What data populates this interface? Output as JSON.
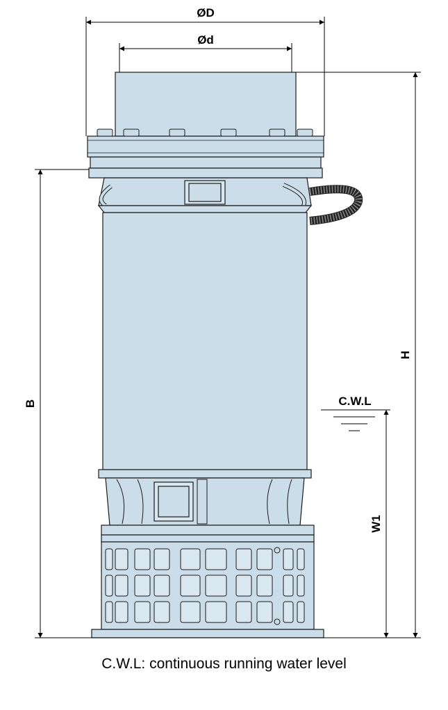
{
  "labels": {
    "outer_diameter": "ØD",
    "inner_diameter": "Ød",
    "height": "H",
    "body_height": "B",
    "water_level_height": "W1",
    "water_level_mark": "C.W.L"
  },
  "caption": "C.W.L: continuous running water level",
  "colors": {
    "body": "#cbdde9",
    "body_light": "#d9e7f1",
    "outline": "#1a1a1a",
    "dimension": "#000000",
    "cable": "#222222",
    "background": "#ffffff"
  }
}
